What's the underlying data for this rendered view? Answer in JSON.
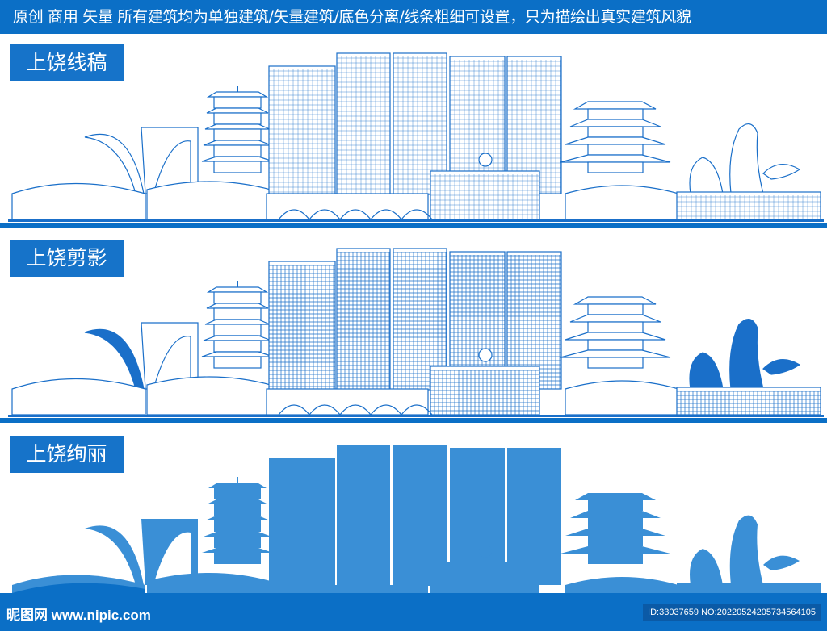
{
  "header": {
    "text": "原创  商用  矢量  所有建筑均为单独建筑/矢量建筑/底色分离/线条粗细可设置，只为描绘出真实建筑风貌"
  },
  "sections": [
    {
      "label": "上饶线稿",
      "style": "outline"
    },
    {
      "label": "上饶剪影",
      "style": "line-silhouette"
    },
    {
      "label": "上饶绚丽",
      "style": "solid"
    }
  ],
  "watermark": {
    "site": "昵图网 www.nipic.com",
    "id": "ID:33037659 NO:20220524205734564105"
  },
  "colors": {
    "header": "#0b6fc6",
    "line": "#1a6fc9",
    "solid": "#3a8fd6",
    "ground": "#0b6fc6"
  }
}
